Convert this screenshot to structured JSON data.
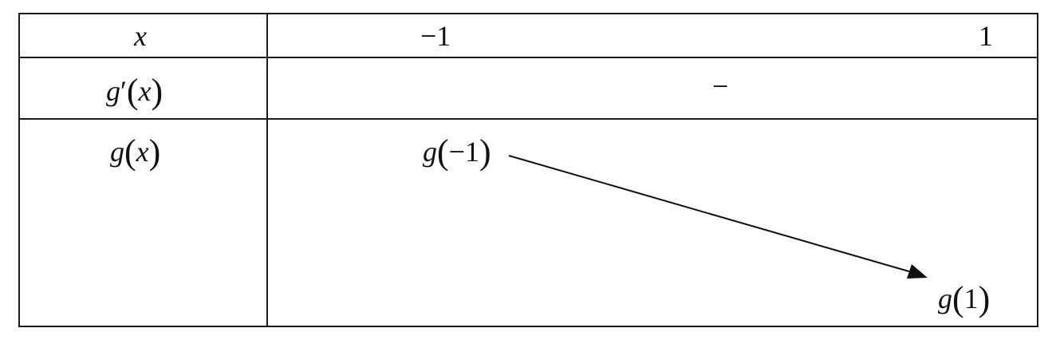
{
  "header_row": {
    "variable": "x",
    "values": [
      "−1",
      "1"
    ]
  },
  "derivative_row": {
    "func": "g",
    "prime": "′",
    "arg": "x",
    "sign": "−"
  },
  "function_row": {
    "func": "g",
    "arg": "x",
    "start_value": {
      "func": "g",
      "arg": "−1"
    },
    "end_value": {
      "func": "g",
      "arg": "1"
    }
  }
}
